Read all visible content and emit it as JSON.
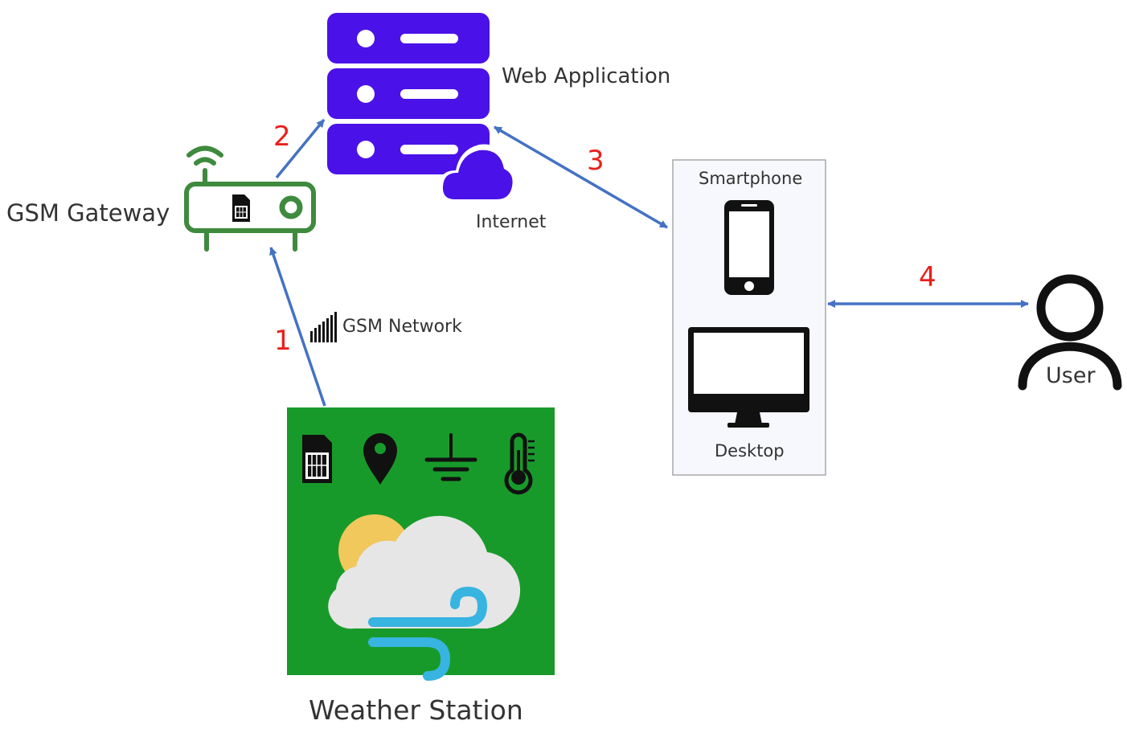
{
  "labels": {
    "web_application": "Web Application",
    "internet": "Internet",
    "gsm_gateway": "GSM Gateway",
    "gsm_network": "GSM Network",
    "smartphone": "Smartphone",
    "desktop": "Desktop",
    "user": "User",
    "weather_station": "Weather Station"
  },
  "steps": [
    "1",
    "2",
    "3",
    "4"
  ],
  "icons": {
    "server": "server-stack-icon",
    "cloud": "cloud-icon",
    "gateway": "router-icon",
    "signal": "signal-bars-icon",
    "phone": "smartphone-icon",
    "monitor": "desktop-monitor-icon",
    "user": "user-icon",
    "station_icons": [
      "sim-card-icon",
      "location-pin-icon",
      "ground-icon",
      "thermometer-icon"
    ],
    "weather": "partly-cloudy-windy-icon"
  },
  "colors": {
    "server": "#4a12e8",
    "gateway": "#3e8a3e",
    "station_bg": "#189a2a",
    "arrow": "#4472c4",
    "step_number": "#e8201c",
    "sun": "#f0c85c",
    "cloud": "#e6e6e6",
    "wind": "#38b4e0"
  }
}
